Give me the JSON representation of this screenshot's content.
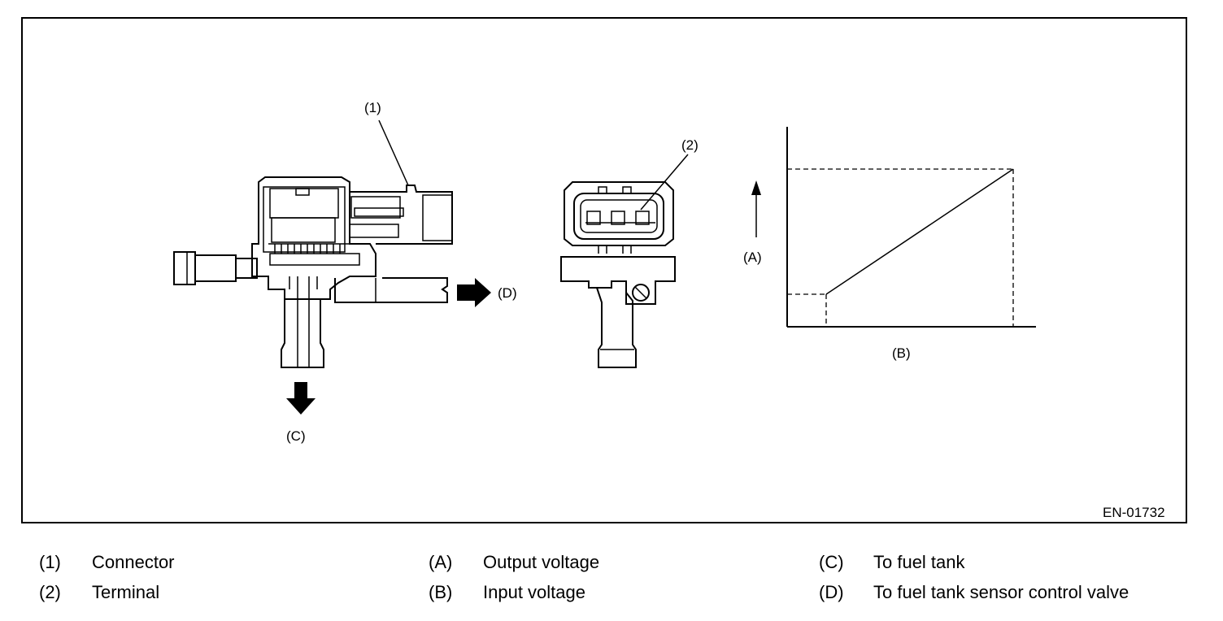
{
  "diagram": {
    "callouts": {
      "c1": "(1)",
      "c2": "(2)",
      "A": "(A)",
      "B": "(B)",
      "C": "(C)",
      "D": "(D)"
    },
    "code": "EN-01732"
  },
  "legend": [
    {
      "key": "(1)",
      "text": "Connector"
    },
    {
      "key": "(2)",
      "text": "Terminal"
    },
    {
      "key": "(A)",
      "text": "Output voltage"
    },
    {
      "key": "(B)",
      "text": "Input voltage"
    },
    {
      "key": "(C)",
      "text": "To fuel tank"
    },
    {
      "key": "(D)",
      "text": "To fuel tank sensor control valve"
    }
  ]
}
